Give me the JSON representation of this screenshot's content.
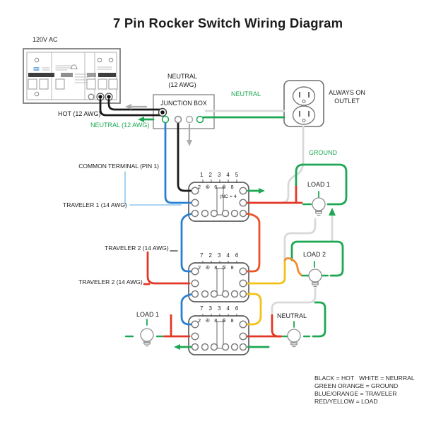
{
  "title": "7 Pin Rocker Switch Wiring Diagram",
  "breaker_panel": {
    "label": "120V AC"
  },
  "feed_labels": {
    "hot": "HOT (12 AWG)",
    "neutral_green": "NEUTRAL (12 AWG)",
    "neutral_line1": "NEUTRAL",
    "neutral_line2": "(12 AWG)",
    "neutral_outlet": "NEUTRAL",
    "ground": "GROUND"
  },
  "junction_box": {
    "label": "JUNCTION BOX"
  },
  "outlet": {
    "line1": "ALWAYS ON",
    "line2": "OUTLET"
  },
  "switch_labels": {
    "common_terminal": "COMMON TERMINAL (PIN 1)",
    "traveler1": "TRAVELER 1 (14 AWG)",
    "traveler2_upper": "TRAVELER 2 (14 AWG)",
    "traveler2_lower": "TRAVELER 2 (14 AWG)"
  },
  "switches": {
    "sw1": {
      "pins_top": "1 2 3 4 5",
      "pins_inner": "2 ⑥ 6 ⑥ 8",
      "nc_note": "(NC = 4"
    },
    "sw2": {
      "pins_top": "7 2 3 4 6",
      "pins_inner": "2 ④ 8 ⑤ 8"
    },
    "sw3": {
      "pins_top": "7 3 3 4 6",
      "pins_inner": "2 ④ 8 ⑥ 8"
    }
  },
  "loads": {
    "load1_left": "LOAD 1",
    "load1_right": "LOAD 1",
    "load2": "LOAD 2",
    "neutral_bulb": "NEUTRAL"
  },
  "legend": {
    "line1": "BLACK = HOT   WHITE = NEURRAL",
    "line2": "GREEN ORANGE = GROUND",
    "line3": "BLUE/ORANGE = TRAVELER",
    "line4": "RED/YELLOW = LOAD"
  },
  "colors": {
    "hot_black": "#1a1a1a",
    "neutral_white": "#d9d9d9",
    "ground_green": "#1da753",
    "traveler_blue": "#2a7fd0",
    "traveler_orange": "#ea5328",
    "load_red": "#e23726",
    "load_yellow": "#f2c218",
    "accent_orange": "#f08c2e"
  }
}
